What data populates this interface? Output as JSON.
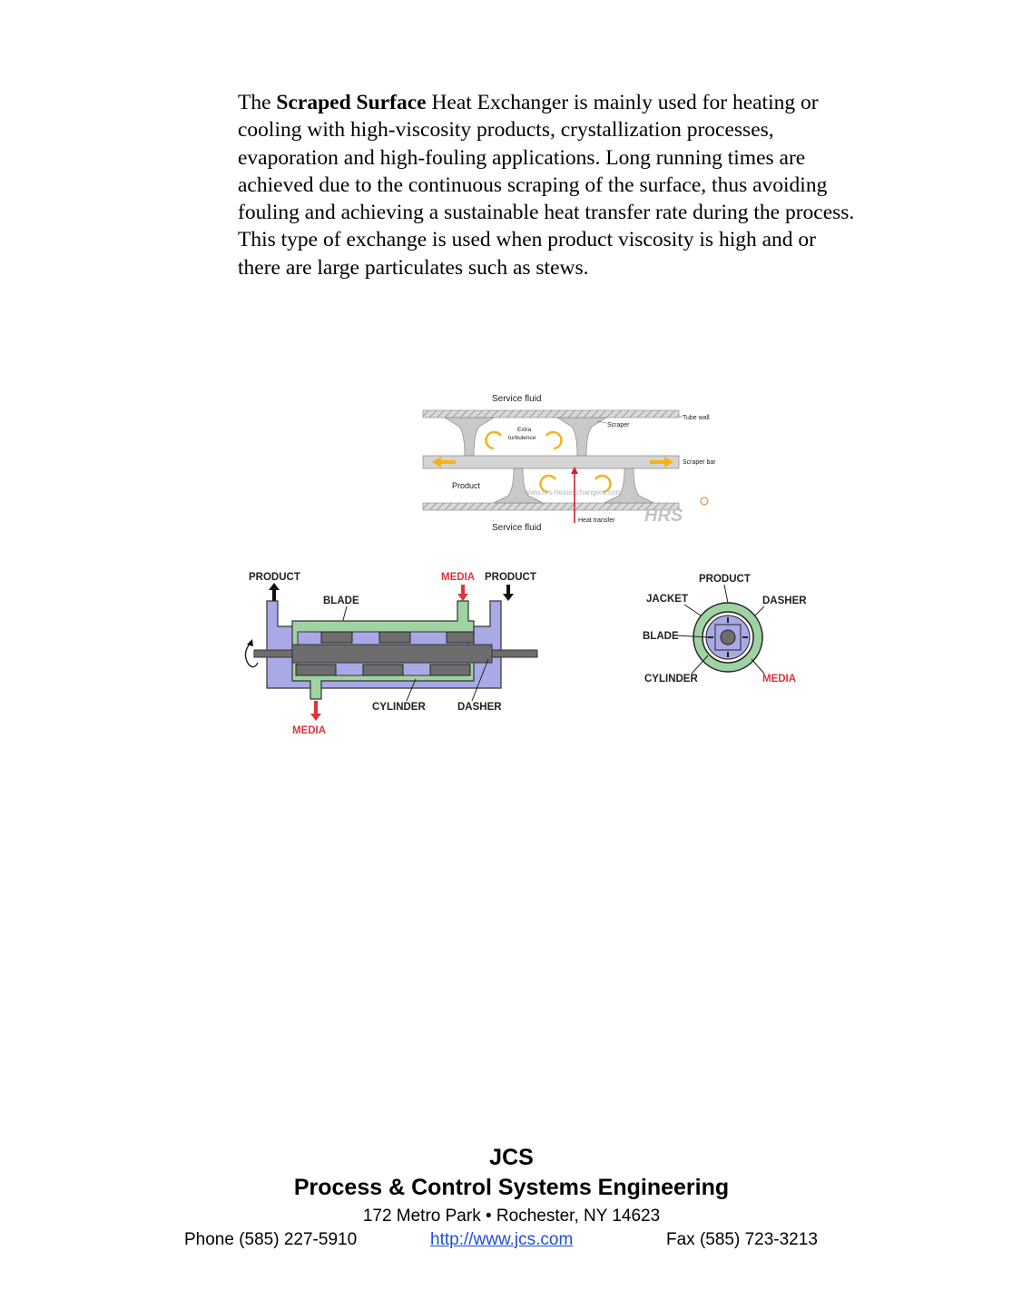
{
  "intro": {
    "lead": "The ",
    "bold": "Scraped Surface",
    "rest": " Heat Exchanger is mainly used for heating or cooling with high-viscosity products, crystallization processes, evaporation and high-fouling applications. Long running times are achieved due to the continuous scraping of the surface, thus avoiding fouling and achieving a sustainable heat transfer rate during the process. This type of exchange is used when product viscosity is high and or there are large particulates such as stews."
  },
  "hrs_diagram": {
    "service_fluid_top": "Service fluid",
    "service_fluid_bottom": "Service fluid",
    "tube_wall": "Tube wall",
    "scraper": "Scraper",
    "extra_turbulence_1": "Extra",
    "extra_turbulence_2": "turbulence",
    "scraper_bar": "Scraper bar",
    "product": "Product",
    "heat_transfer": "Heat transfer",
    "watermark": "www.hrs-heatexchangers.com",
    "logo": "HRS"
  },
  "side_diagram": {
    "product_out": "PRODUCT",
    "media_in": "MEDIA",
    "product_in": "PRODUCT",
    "blade": "BLADE",
    "cylinder": "CYLINDER",
    "dasher": "DASHER",
    "media_out": "MEDIA"
  },
  "cross_diagram": {
    "product": "PRODUCT",
    "jacket": "JACKET",
    "dasher": "DASHER",
    "blade": "BLADE",
    "cylinder": "CYLINDER",
    "media": "MEDIA"
  },
  "colors": {
    "media_red": "#e0343a",
    "jacket_green": "#9fd3a2",
    "cylinder_blue": "#a9a9e6",
    "dasher_gray": "#6d6d6d",
    "arrow_orange": "#f6b21b",
    "link_blue": "#1f4fd6"
  },
  "footer": {
    "company": "JCS",
    "division": "Process & Control Systems Engineering",
    "address": "172 Metro Park • Rochester, NY 14623",
    "phone": "Phone (585) 227-5910",
    "website": "http://www.jcs.com",
    "fax": "Fax (585) 723-3213"
  }
}
